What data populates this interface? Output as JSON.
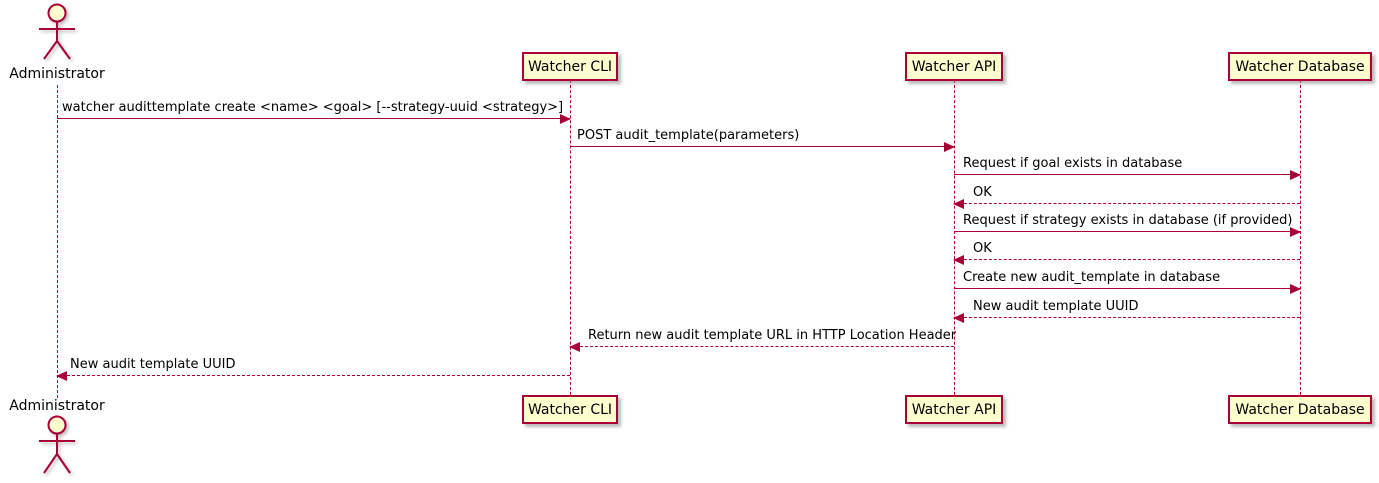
{
  "diagram_type": "sequence-diagram",
  "participants": {
    "administrator": {
      "label": "Administrator",
      "type": "actor"
    },
    "watcher_cli": {
      "label": "Watcher CLI",
      "type": "participant"
    },
    "watcher_api": {
      "label": "Watcher API",
      "type": "participant"
    },
    "watcher_database": {
      "label": "Watcher Database",
      "type": "participant"
    }
  },
  "messages": [
    {
      "from": "Administrator",
      "to": "Watcher CLI",
      "label": "watcher audittemplate create <name> <goal> [--strategy-uuid <strategy>]",
      "line": "solid",
      "direction": "right"
    },
    {
      "from": "Watcher CLI",
      "to": "Watcher API",
      "label": "POST audit_template(parameters)",
      "line": "solid",
      "direction": "right"
    },
    {
      "from": "Watcher API",
      "to": "Watcher Database",
      "label": "Request if goal exists in database",
      "line": "solid",
      "direction": "right"
    },
    {
      "from": "Watcher Database",
      "to": "Watcher API",
      "label": "OK",
      "line": "dashed",
      "direction": "left"
    },
    {
      "from": "Watcher API",
      "to": "Watcher Database",
      "label": "Request if strategy exists in database (if provided)",
      "line": "solid",
      "direction": "right"
    },
    {
      "from": "Watcher Database",
      "to": "Watcher API",
      "label": "OK",
      "line": "dashed",
      "direction": "left"
    },
    {
      "from": "Watcher API",
      "to": "Watcher Database",
      "label": "Create new audit_template in database",
      "line": "solid",
      "direction": "right"
    },
    {
      "from": "Watcher Database",
      "to": "Watcher API",
      "label": "New audit template UUID",
      "line": "dashed",
      "direction": "left"
    },
    {
      "from": "Watcher API",
      "to": "Watcher CLI",
      "label": "Return new audit template URL in HTTP Location Header",
      "line": "dashed",
      "direction": "left"
    },
    {
      "from": "Watcher CLI",
      "to": "Administrator",
      "label": "New audit template UUID",
      "line": "dashed",
      "direction": "left"
    }
  ],
  "colors": {
    "line": "#A80036",
    "participant_border": "#A80036",
    "participant_fill": "#FEFECE",
    "actor_head_fill": "#FEFECE",
    "text": "#000000",
    "background": "#FFFFFF"
  }
}
